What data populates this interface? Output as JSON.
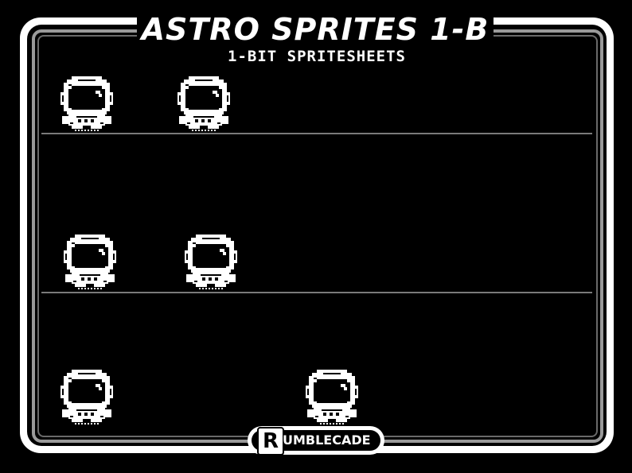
{
  "header": {
    "title": "ASTRO SPRITES 1-B",
    "subtitle": "1-BIT SPRITESHEETS"
  },
  "brand": {
    "logo_letter": "R",
    "logo_text": "UMBLECADE"
  },
  "colors": {
    "background": "#000000",
    "foreground": "#ffffff",
    "frame_gray": "#9a9a9a",
    "divider_gray": "#7a7a7a"
  },
  "sheet": {
    "rows": [
      {
        "sprites": [
          "astronaut-idle-1",
          "astronaut-idle-2"
        ]
      },
      {
        "sprites": [
          "astronaut-walk-1",
          "astronaut-walk-2"
        ]
      },
      {
        "sprites": [
          "astronaut-jump-1",
          "astronaut-jump-2"
        ]
      }
    ]
  }
}
